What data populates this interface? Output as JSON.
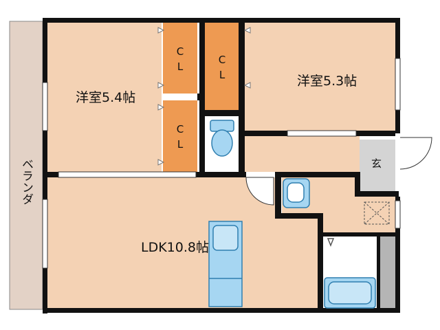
{
  "rooms": {
    "western_1": "洋室5.4帖",
    "western_2": "洋室5.3帖",
    "ldk": "LDK10.8帖",
    "closet_label": "C L",
    "entrance": "玄",
    "veranda": "ベランダ"
  },
  "colors": {
    "room_floor": "#f4d2b4",
    "closet": "#ee9a52",
    "wet_area": "#ffffff",
    "fixture": "#a6d6f2",
    "fixture_stroke": "#2f7fb0",
    "veranda": "#e3d2c6",
    "entrance_floor": "#d4d4d4",
    "wall": "#111111"
  },
  "icons": {
    "toilet": "toilet-icon",
    "washbasin": "washbasin-icon",
    "bathtub": "bathtub-icon",
    "kitchen": "kitchen-counter-icon",
    "ventilation": "ventilation-fan-icon"
  }
}
